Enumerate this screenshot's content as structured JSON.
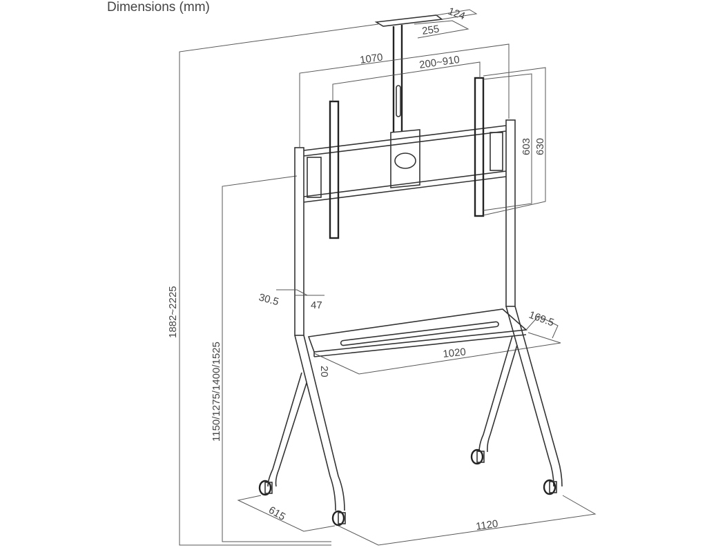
{
  "title": "Dimensions (mm)",
  "dimensions": {
    "overall_height": "1882~2225",
    "mount_height": "1150/1275/1400/1525",
    "top_depth": "124",
    "top_width": "255",
    "frame_width": "1070",
    "vesa_horizontal": "200~910",
    "vesa_vertical_inner": "603",
    "vesa_vertical_outer": "630",
    "upright_depth": "30.5",
    "upright_width": "47",
    "shelf_depth": "169.5",
    "shelf_width": "1020",
    "shelf_thickness": "20",
    "base_depth": "615",
    "base_width": "1120"
  }
}
